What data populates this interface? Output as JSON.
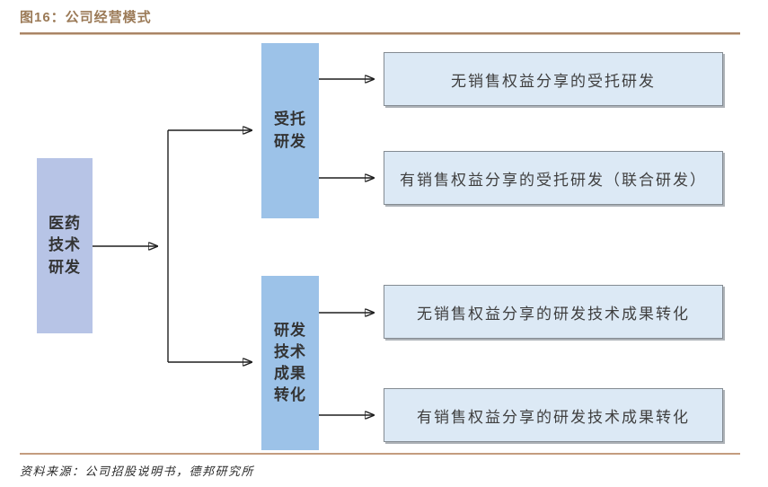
{
  "page": {
    "title": "图16：公司经营模式",
    "source": "资料来源：公司招股说明书，德邦研究所"
  },
  "diagram": {
    "root_label": "医药\n技术\n研发",
    "branch1_label": "受托\n研发",
    "branch2_label": "研发\n技术\n成果\n转化",
    "leaf1_label": "无销售权益分享的受托研发",
    "leaf2_label": "有销售权益分享的受托研发（联合研发）",
    "leaf3_label": "无销售权益分享的研发技术成果转化",
    "leaf4_label": "有销售权益分享的研发技术成果转化"
  },
  "colors": {
    "title_brown": "#9b7a57",
    "rule_top_brown": "#a98466",
    "rule_bottom_brown": "#c49d7f",
    "root_box_fill": "#b7c4e6",
    "branch_box_fill": "#9cc2e8",
    "leaf_box_fill": "#dce9f5",
    "leaf_box_border": "#848b92",
    "connector_line": "#1f1f1f"
  }
}
